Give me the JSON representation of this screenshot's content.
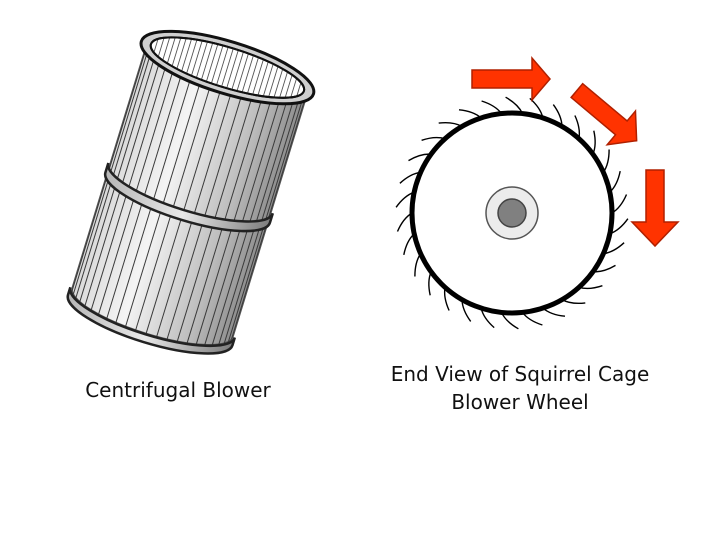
{
  "captions": {
    "left": "Centrifugal Blower",
    "right_line1": "End View of Squirrel Cage",
    "right_line2": "Blower Wheel"
  },
  "colors": {
    "arrow_fill": "#ff3300",
    "arrow_stroke": "#b02000",
    "outline": "#000000",
    "cage_gray": "#9a9a9a",
    "hub_inner": "#7f7f7f",
    "hub_outer": "#e6e6e6"
  },
  "components": {
    "cylinder": "centrifugal-blower-cylinder",
    "wheel": "squirrel-cage-wheel-end-view",
    "rotation_arrows": 3,
    "blades_on_wheel": 30
  }
}
